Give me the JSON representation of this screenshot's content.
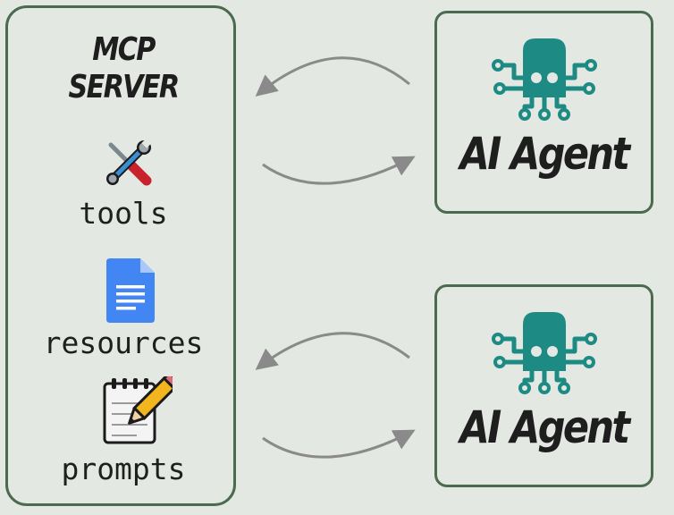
{
  "server": {
    "title_line1": "MCP",
    "title_line2": "SERVER",
    "items": [
      {
        "label": "tools",
        "icon": "wrench-screwdriver-icon"
      },
      {
        "label": "resources",
        "icon": "document-icon"
      },
      {
        "label": "prompts",
        "icon": "notepad-pencil-icon"
      }
    ]
  },
  "agents": [
    {
      "label": "AI Agent",
      "icon": "octopus-circuit-icon"
    },
    {
      "label": "AI Agent",
      "icon": "octopus-circuit-icon"
    }
  ],
  "colors": {
    "background": "#e4e8e2",
    "border": "#4a6b4f",
    "agent_icon": "#1d8a83",
    "arrow": "#8a8a8a"
  }
}
